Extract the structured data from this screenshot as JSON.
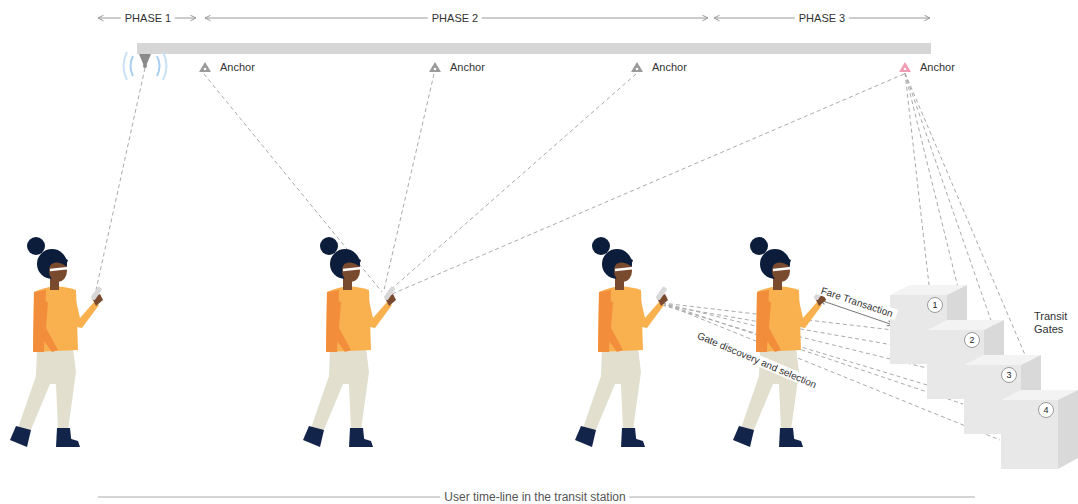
{
  "diagram": {
    "nodes": [
      {
        "text": [
          "Anchor"
        ]
      },
      {
        "text": [
          "Anchor"
        ]
      },
      {
        "text": [
          "Anchor"
        ]
      },
      {
        "text": [
          "Anchor"
        ]
      },
      {
        "text": [
          "1"
        ]
      },
      {
        "text": [
          "2"
        ]
      },
      {
        "text": [
          "3"
        ]
      },
      {
        "text": [
          "4"
        ]
      }
    ],
    "edges": [
      {
        "from": 3,
        "to": 4,
        "arrow": "none"
      },
      {
        "from": 3,
        "to": 5,
        "arrow": "none"
      },
      {
        "from": 3,
        "to": 6,
        "arrow": "none"
      },
      {
        "from": 3,
        "to": 7,
        "arrow": "none"
      }
    ],
    "labels": [
      "PHASE 1",
      "PHASE 2",
      "PHASE 3",
      "Fare Transaction",
      "Gate discovery and selection",
      "Transit Gates",
      "User time-line in the transit station"
    ]
  }
}
